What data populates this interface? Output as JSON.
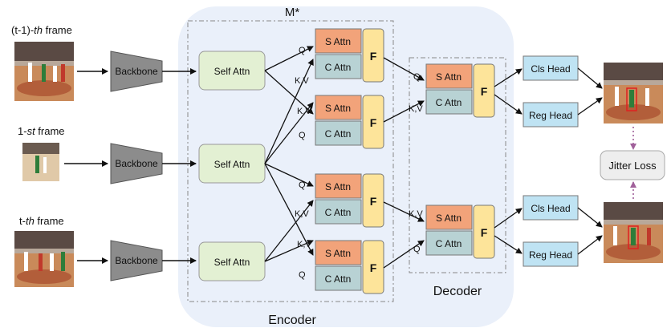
{
  "frames": {
    "prev": {
      "prefix": "(t-1)-",
      "suffix": "th",
      "tail": " frame"
    },
    "first": {
      "prefix": "1-",
      "suffix": "st",
      "tail": " frame"
    },
    "current": {
      "prefix": "t-",
      "suffix": "th",
      "tail": " frame"
    }
  },
  "backbone_label": "Backbone",
  "self_attn_label": "Self Attn",
  "s_attn_label": "S Attn",
  "c_attn_label": "C Attn",
  "f_label": "F",
  "q_label": "Q",
  "kv_label": "K,V",
  "module_label": "M*",
  "encoder_label": "Encoder",
  "decoder_label": "Decoder",
  "cls_head_label": "Cls Head",
  "reg_head_label": "Reg Head",
  "jitter_loss_label": "Jitter Loss",
  "colors": {
    "backbone": "#8c8c8c",
    "self_attn": "#e3f0d3",
    "s_attn": "#f2a37a",
    "c_attn": "#b8d2d4",
    "f_block": "#fde49a",
    "head": "#bfe3f3",
    "jitter": "#eeeeee",
    "encoder_bg": "#eaf0fa",
    "jitter_arrow": "#a0609a"
  }
}
